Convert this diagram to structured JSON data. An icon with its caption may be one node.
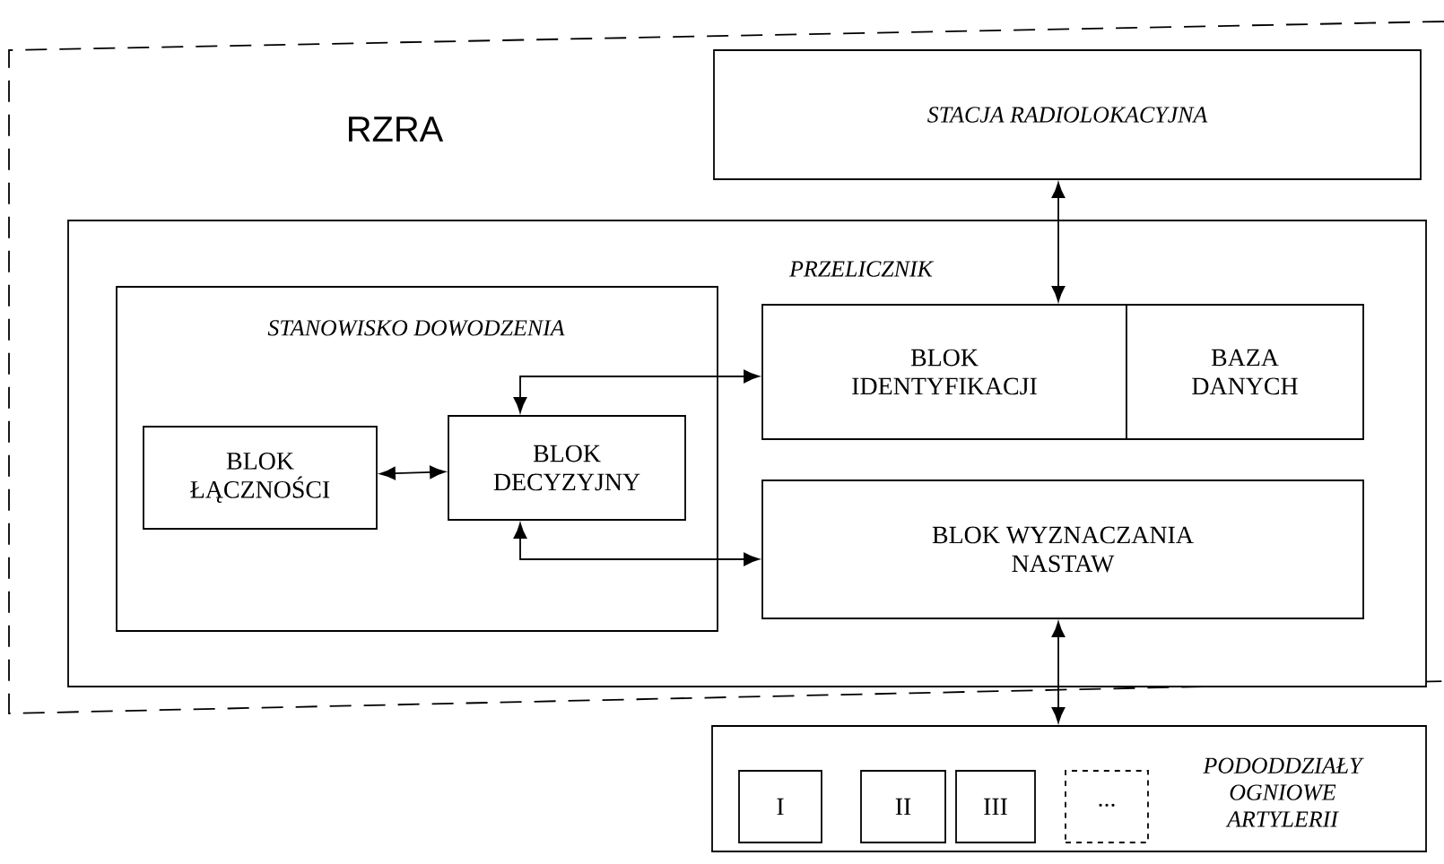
{
  "diagram": {
    "nodes": [
      {
        "text": [
          "RZRA"
        ]
      },
      {
        "text": [
          "STACJA RADIOLOKACYJNA"
        ],
        "in": 0
      },
      {
        "text": [
          "PRZELICZNIK"
        ],
        "in": 0
      },
      {
        "text": [
          "STANOWISKO DOWODZENIA"
        ],
        "in": 2
      },
      {
        "text": [
          "BLOK ŁĄCZNOŚCI"
        ],
        "in": 3
      },
      {
        "text": [
          "BLOK DECYZYJNY"
        ],
        "in": 3
      },
      {
        "text": [
          "BLOK IDENTYFIKACJI"
        ],
        "in": 2
      },
      {
        "text": [
          "BAZA DANYCH"
        ],
        "in": 2
      },
      {
        "text": [
          "BLOK WYZNACZANIA NASTAW"
        ],
        "in": 2
      },
      {
        "text": [
          "PODODDZIAŁY OGNIOWE ARTYLERII"
        ]
      },
      {
        "text": [
          "I"
        ],
        "in": 9
      },
      {
        "text": [
          "II"
        ],
        "in": 9
      },
      {
        "text": [
          "III"
        ],
        "in": 9
      },
      {
        "text": [
          "..."
        ],
        "in": 9
      }
    ],
    "edges": [
      {
        "from": 1,
        "to": 6,
        "arrow": "both"
      },
      {
        "from": 4,
        "to": 5,
        "arrow": "both"
      },
      {
        "from": 5,
        "to": 6,
        "arrow": "both"
      },
      {
        "from": 5,
        "to": 8,
        "arrow": "both"
      },
      {
        "from": 8,
        "to": 9,
        "arrow": "both"
      }
    ]
  }
}
